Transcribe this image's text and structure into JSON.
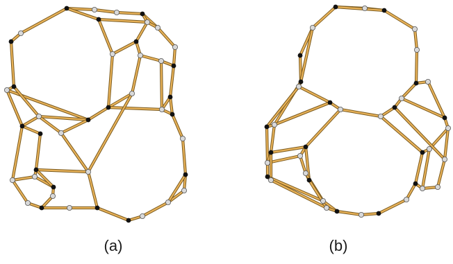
{
  "panels": [
    {
      "id": "a",
      "caption": "(a)"
    },
    {
      "id": "b",
      "caption": "(b)"
    }
  ],
  "colors": {
    "rod": "#e9b35a",
    "rod_edge": "#7a5a1e",
    "atom_dark": "#111111",
    "atom_light": "#d9d9d9",
    "background": "#ffffff"
  }
}
